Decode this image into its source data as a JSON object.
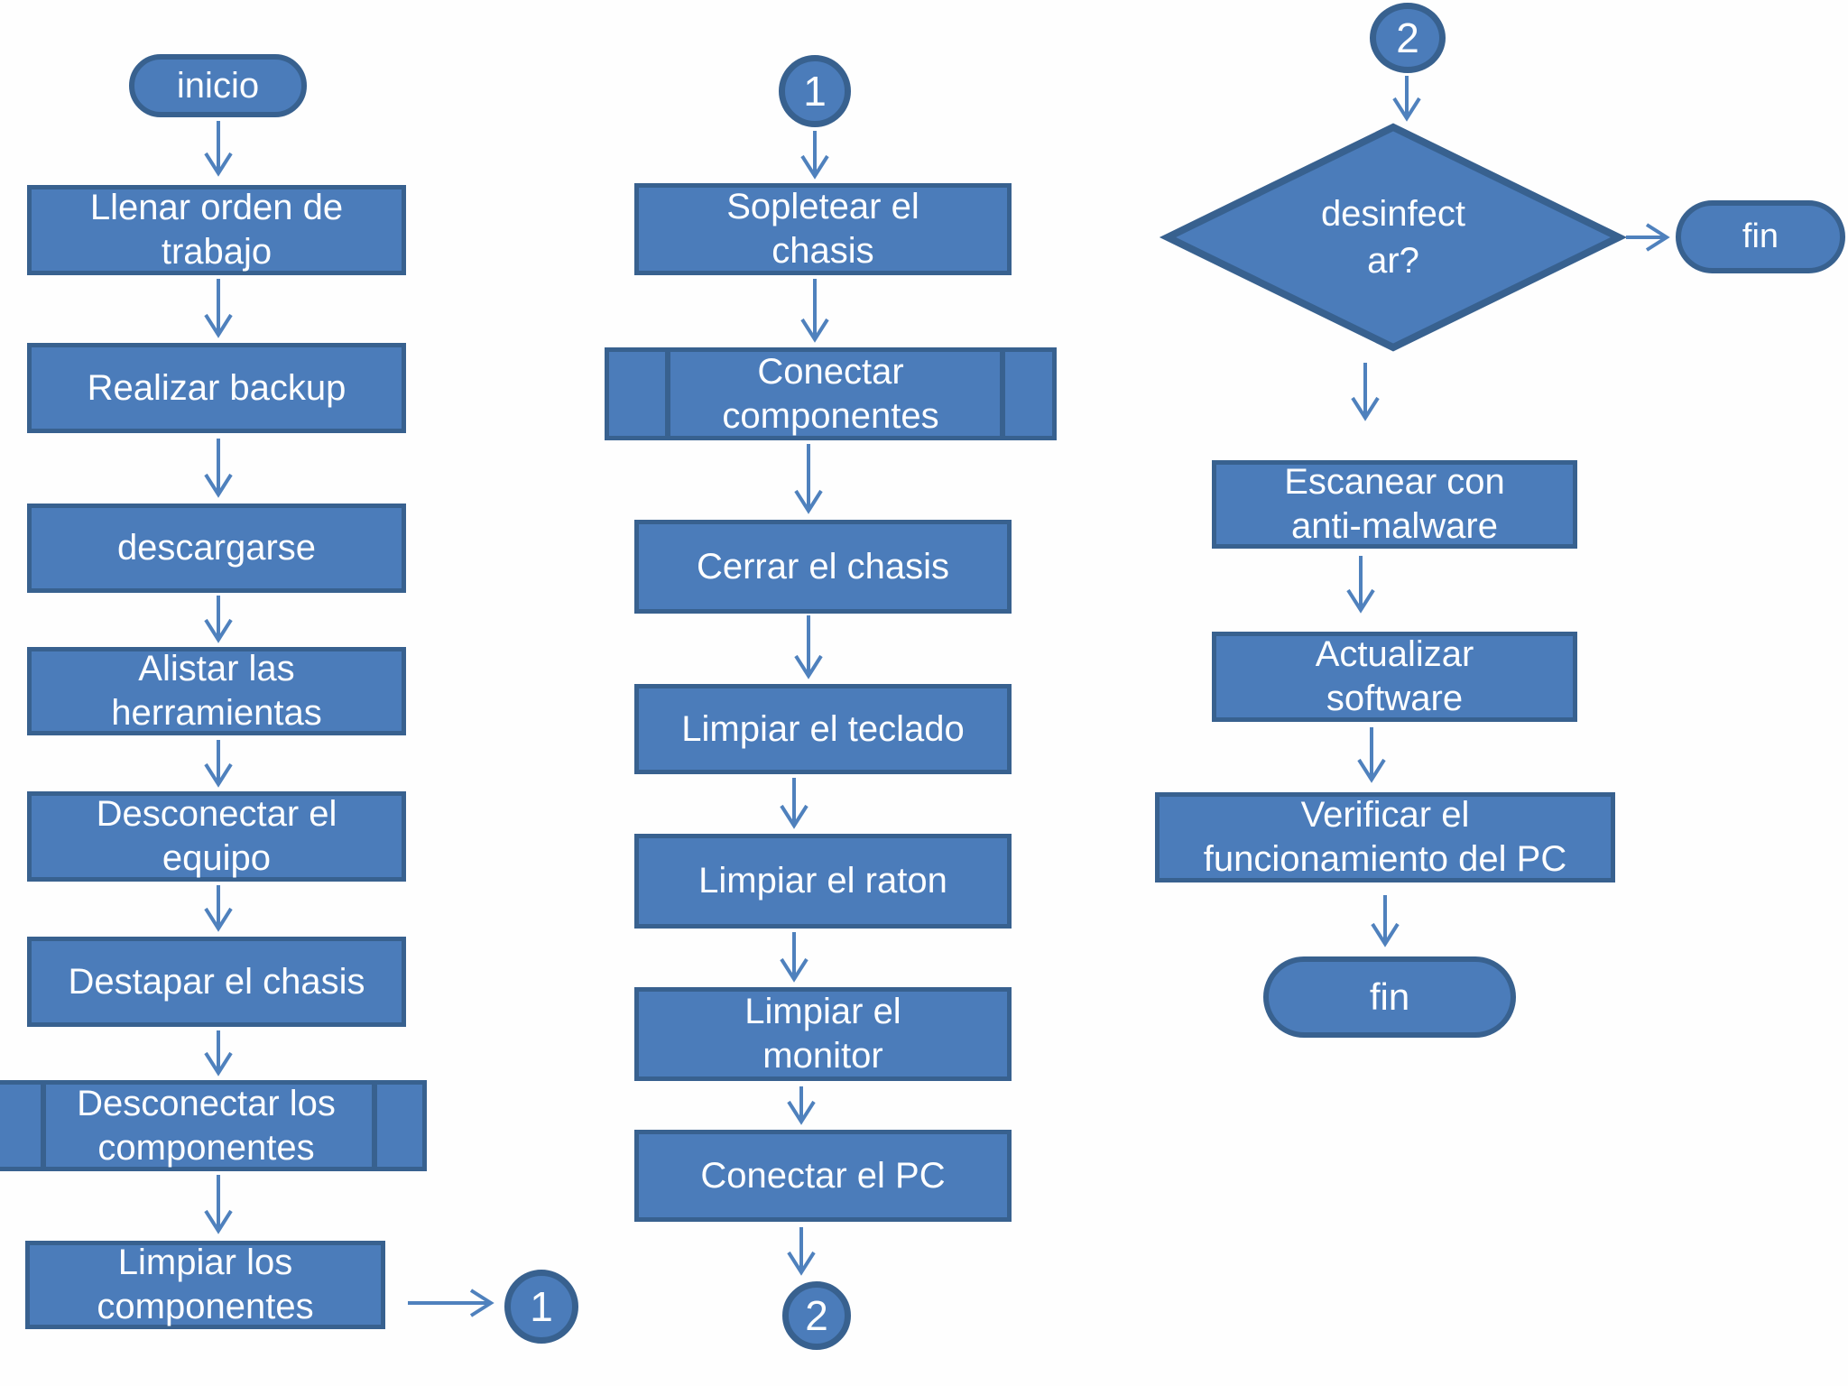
{
  "diagram": {
    "kind": "flowchart",
    "language": "es",
    "colors": {
      "shape_fill": "#4b7cba",
      "shape_border": "#38618f",
      "arrow": "#4f81bd",
      "text": "#fdfeff",
      "background": "#fefefe"
    },
    "nodes": {
      "inicio": {
        "shape": "terminator",
        "label": "inicio"
      },
      "llenar_orden": {
        "shape": "process",
        "label": "Llenar orden de\ntrabajo"
      },
      "realizar_backup": {
        "shape": "process",
        "label": "Realizar backup"
      },
      "descargarse": {
        "shape": "process",
        "label": "descargarse"
      },
      "alistar_herramientas": {
        "shape": "process",
        "label": "Alistar las\nherramientas"
      },
      "desconectar_equipo": {
        "shape": "process",
        "label": "Desconectar el\nequipo"
      },
      "destapar_chasis": {
        "shape": "process",
        "label": "Destapar el chasis"
      },
      "desconectar_componentes": {
        "shape": "predefined-process",
        "label": "Desconectar los\ncomponentes"
      },
      "limpiar_componentes": {
        "shape": "process",
        "label": "Limpiar los\ncomponentes"
      },
      "connector_1_left": {
        "shape": "connector",
        "label": "1"
      },
      "connector_1_top": {
        "shape": "connector",
        "label": "1"
      },
      "sopletear_chasis": {
        "shape": "process",
        "label": "Sopletear el\nchasis"
      },
      "conectar_componentes": {
        "shape": "predefined-process",
        "label": "Conectar\ncomponentes"
      },
      "cerrar_chasis": {
        "shape": "process",
        "label": "Cerrar el chasis"
      },
      "limpiar_teclado": {
        "shape": "process",
        "label": "Limpiar el teclado"
      },
      "limpiar_raton": {
        "shape": "process",
        "label": "Limpiar el raton"
      },
      "limpiar_monitor": {
        "shape": "process",
        "label": "Limpiar el\nmonitor"
      },
      "conectar_pc": {
        "shape": "process",
        "label": "Conectar el PC"
      },
      "connector_2_bottom": {
        "shape": "connector",
        "label": "2"
      },
      "connector_2_top": {
        "shape": "connector",
        "label": "2"
      },
      "desinfectar": {
        "shape": "decision",
        "label": "desinfect\nar?"
      },
      "fin_top": {
        "shape": "terminator",
        "label": "fin"
      },
      "escanear_antimalware": {
        "shape": "process",
        "label": "Escanear con\nanti-malware"
      },
      "actualizar_software": {
        "shape": "process",
        "label": "Actualizar\nsoftware"
      },
      "verificar_funcionamiento": {
        "shape": "process",
        "label": "Verificar el\nfuncionamiento del PC"
      },
      "fin_bottom": {
        "shape": "terminator",
        "label": "fin"
      }
    }
  }
}
